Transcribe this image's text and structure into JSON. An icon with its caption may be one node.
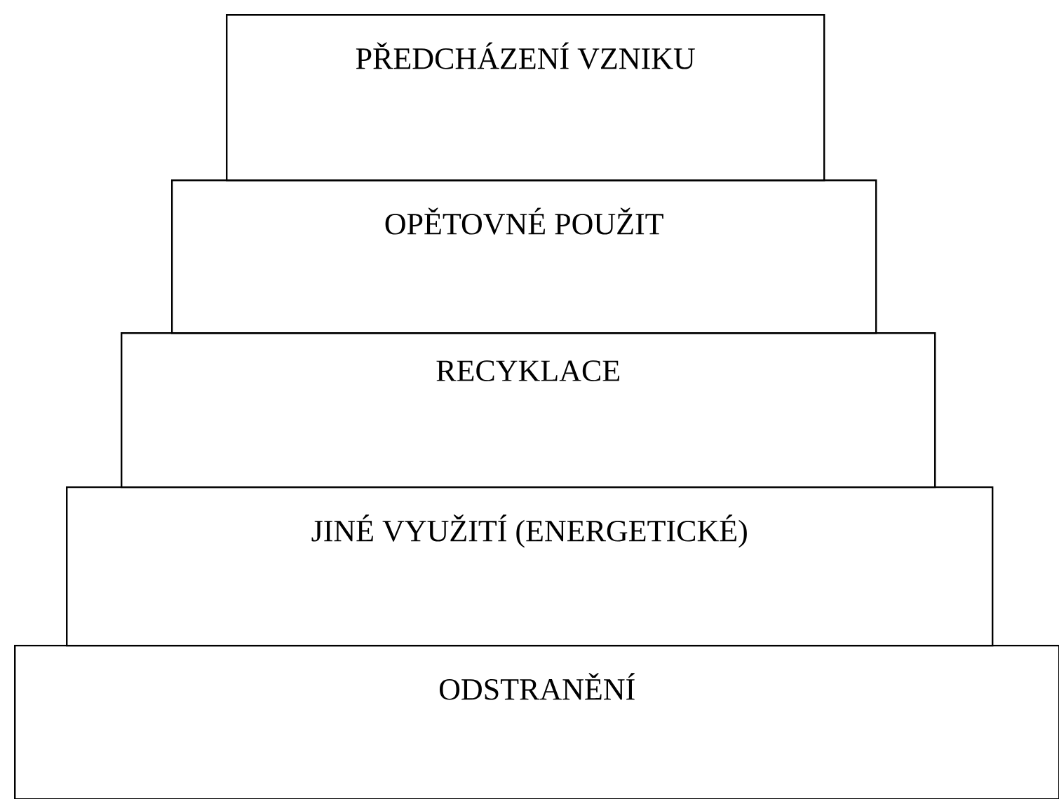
{
  "diagram": {
    "nodes": [
      {
        "text": [
          "PŘEDCHÁZENÍ  VZNIKU"
        ]
      },
      {
        "text": [
          "OPĚTOVNÉ POUŽIT"
        ]
      },
      {
        "text": [
          "RECYKLACE"
        ]
      },
      {
        "text": [
          "JINÉ VYUŽITÍ  (ENERGETICKÉ)"
        ]
      },
      {
        "text": [
          "ODSTRANĚNÍ"
        ]
      }
    ]
  }
}
